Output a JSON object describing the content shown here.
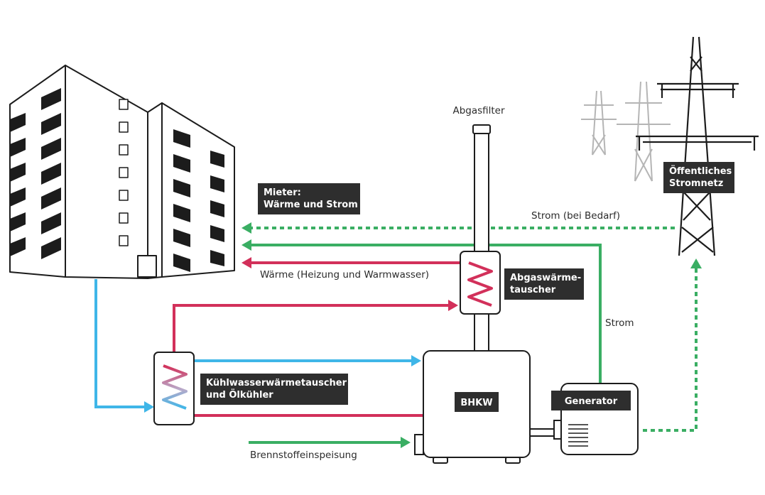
{
  "labels": {
    "abgasfilter": "Abgasfilter",
    "mieter_line1": "Mieter:",
    "mieter_line2": "Wärme und Strom",
    "netz_line1": "Öffentliches",
    "netz_line2": "Stromnetz",
    "strom_bedarf": "Strom (bei Bedarf)",
    "waerme": "Wärme (Heizung und Warmwasser)",
    "abgas_line1": "Abgaswärme-",
    "abgas_line2": "tauscher",
    "strom": "Strom",
    "kuehl_line1": "Kühlwasserwärmetauscher",
    "kuehl_line2": "und Ölkühler",
    "bhkw": "BHKW",
    "generator": "Generator",
    "brennstoff": "Brennstoffeinspeisung"
  },
  "colors": {
    "green": "#3aae63",
    "red": "#d2305a",
    "blue": "#3fb6e8",
    "dark_box": "#2e2e2e",
    "line": "#1c1c1c",
    "grey_tower": "#b5b5b5"
  }
}
